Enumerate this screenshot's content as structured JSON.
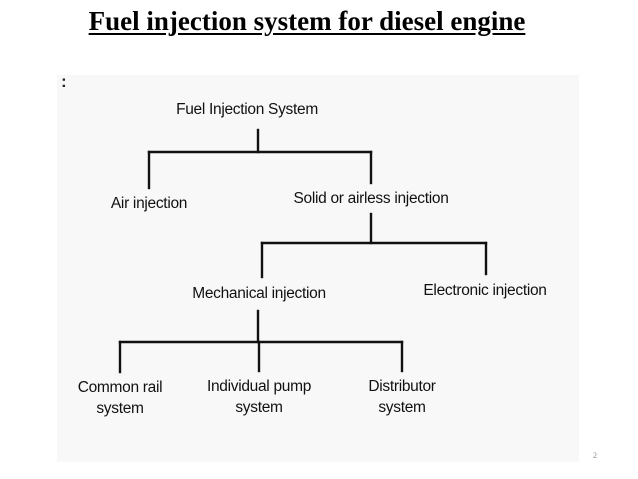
{
  "slide": {
    "title": "Fuel injection system for diesel engine",
    "page_number": "2"
  },
  "tree": {
    "bullet": ":",
    "root": "Fuel Injection System",
    "air_injection": "Air injection",
    "solid_injection": "Solid or airless injection",
    "mechanical_injection": "Mechanical injection",
    "electronic_injection": "Electronic injection",
    "common_rail": [
      "Common rail",
      "system"
    ],
    "individual_pump": [
      "Individual pump",
      "system"
    ],
    "distributor": [
      "Distributor",
      "system"
    ]
  },
  "colors": {
    "line": "#111111",
    "text": "#111111",
    "scan_background": "#f8f8f8"
  }
}
